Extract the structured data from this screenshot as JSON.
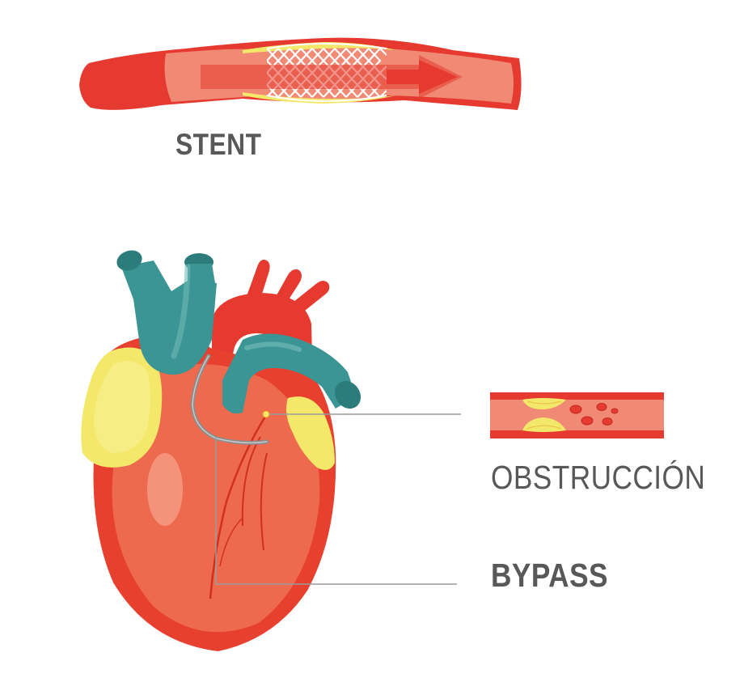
{
  "labels": {
    "stent": "STENT",
    "obstruccion": "OBSTRUCCIÓN",
    "bypass": "BYPASS"
  },
  "colors": {
    "artery_red": "#e63a30",
    "artery_inner": "#f08a74",
    "plaque_yellow": "#f4e86a",
    "vein_teal": "#3b9595",
    "heart_red": "#e8402f",
    "heart_light": "#ed6a4e",
    "stent_mesh": "#ffffff",
    "graft_gray": "#8c8c8c",
    "leader_line": "#9a9a9a",
    "label_text": "#585858"
  },
  "icons": {
    "stent": "artery-with-stent-icon",
    "obstruction": "blocked-artery-icon",
    "heart": "heart-anatomy-icon"
  }
}
